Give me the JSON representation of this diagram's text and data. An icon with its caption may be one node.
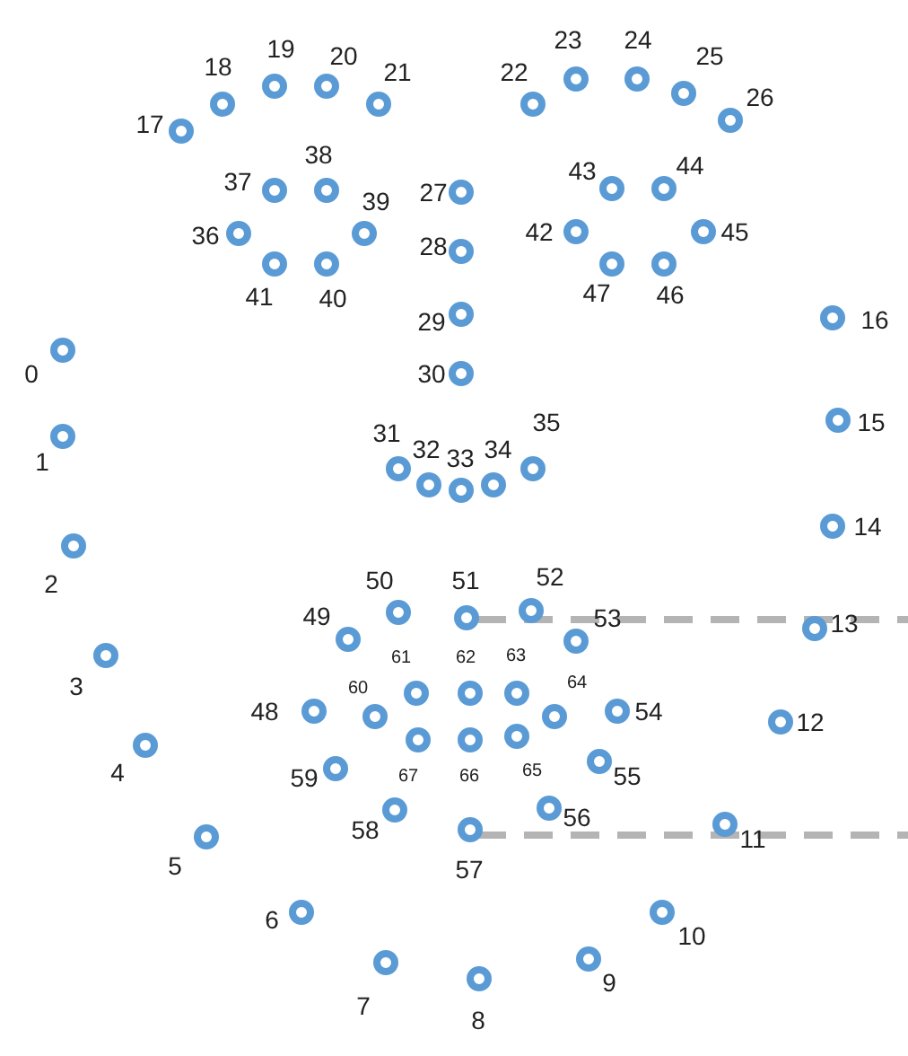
{
  "diagram": {
    "nodes": [
      {
        "text": [],
        "shape": "circle",
        "beside": [
          "0"
        ]
      },
      {
        "text": [],
        "shape": "circle",
        "beside": [
          "1"
        ]
      },
      {
        "text": [],
        "shape": "circle",
        "beside": [
          "2"
        ]
      },
      {
        "text": [],
        "shape": "circle",
        "beside": [
          "3"
        ]
      },
      {
        "text": [],
        "shape": "circle",
        "beside": [
          "4"
        ]
      },
      {
        "text": [],
        "shape": "circle",
        "beside": [
          "5"
        ]
      },
      {
        "text": [],
        "shape": "circle",
        "beside": [
          "6"
        ]
      },
      {
        "text": [],
        "shape": "circle",
        "beside": [
          "7"
        ]
      },
      {
        "text": [],
        "shape": "circle",
        "beside": [
          "8"
        ]
      },
      {
        "text": [],
        "shape": "circle",
        "beside": [
          "9"
        ]
      },
      {
        "text": [],
        "shape": "circle",
        "beside": [
          "10"
        ]
      },
      {
        "text": [],
        "shape": "circle",
        "beside": [
          "11"
        ]
      },
      {
        "text": [],
        "shape": "circle",
        "beside": [
          "12"
        ]
      },
      {
        "text": [],
        "shape": "circle",
        "beside": [
          "13"
        ]
      },
      {
        "text": [],
        "shape": "circle",
        "beside": [
          "14"
        ]
      },
      {
        "text": [],
        "shape": "circle",
        "beside": [
          "15"
        ]
      },
      {
        "text": [],
        "shape": "circle",
        "beside": [
          "16"
        ]
      },
      {
        "text": [],
        "shape": "circle",
        "beside": [
          "17"
        ]
      },
      {
        "text": [],
        "shape": "circle",
        "beside": [
          "18"
        ]
      },
      {
        "text": [],
        "shape": "circle",
        "beside": [
          "19"
        ]
      },
      {
        "text": [],
        "shape": "circle",
        "beside": [
          "20"
        ]
      },
      {
        "text": [],
        "shape": "circle",
        "beside": [
          "21"
        ]
      },
      {
        "text": [],
        "shape": "circle",
        "beside": [
          "22"
        ]
      },
      {
        "text": [],
        "shape": "circle",
        "beside": [
          "23"
        ]
      },
      {
        "text": [],
        "shape": "circle",
        "beside": [
          "24"
        ]
      },
      {
        "text": [],
        "shape": "circle",
        "beside": [
          "25"
        ]
      },
      {
        "text": [],
        "shape": "circle",
        "beside": [
          "26"
        ]
      },
      {
        "text": [],
        "shape": "circle",
        "beside": [
          "27"
        ]
      },
      {
        "text": [],
        "shape": "circle",
        "beside": [
          "28"
        ]
      },
      {
        "text": [],
        "shape": "circle",
        "beside": [
          "29"
        ]
      },
      {
        "text": [],
        "shape": "circle",
        "beside": [
          "30"
        ]
      },
      {
        "text": [],
        "shape": "circle",
        "beside": [
          "31"
        ]
      },
      {
        "text": [],
        "shape": "circle",
        "beside": [
          "32"
        ]
      },
      {
        "text": [],
        "shape": "circle",
        "beside": [
          "33"
        ]
      },
      {
        "text": [],
        "shape": "circle",
        "beside": [
          "34"
        ]
      },
      {
        "text": [],
        "shape": "circle",
        "beside": [
          "35"
        ]
      },
      {
        "text": [],
        "shape": "circle",
        "beside": [
          "36"
        ]
      },
      {
        "text": [],
        "shape": "circle",
        "beside": [
          "37"
        ]
      },
      {
        "text": [],
        "shape": "circle",
        "beside": [
          "38"
        ]
      },
      {
        "text": [],
        "shape": "circle",
        "beside": [
          "39"
        ]
      },
      {
        "text": [],
        "shape": "circle",
        "beside": [
          "40"
        ]
      },
      {
        "text": [],
        "shape": "circle",
        "beside": [
          "41"
        ]
      },
      {
        "text": [],
        "shape": "circle",
        "beside": [
          "42"
        ]
      },
      {
        "text": [],
        "shape": "circle",
        "beside": [
          "43"
        ]
      },
      {
        "text": [],
        "shape": "circle",
        "beside": [
          "44"
        ]
      },
      {
        "text": [],
        "shape": "circle",
        "beside": [
          "45"
        ]
      },
      {
        "text": [],
        "shape": "circle",
        "beside": [
          "46"
        ]
      },
      {
        "text": [],
        "shape": "circle",
        "beside": [
          "47"
        ]
      },
      {
        "text": [],
        "shape": "circle",
        "beside": [
          "48"
        ]
      },
      {
        "text": [],
        "shape": "circle",
        "beside": [
          "49"
        ]
      },
      {
        "text": [],
        "shape": "circle",
        "beside": [
          "50"
        ]
      },
      {
        "text": [],
        "shape": "circle",
        "beside": [
          "51"
        ]
      },
      {
        "text": [],
        "shape": "circle",
        "beside": [
          "52"
        ]
      },
      {
        "text": [],
        "shape": "circle",
        "beside": [
          "53"
        ]
      },
      {
        "text": [],
        "shape": "circle",
        "beside": [
          "54"
        ]
      },
      {
        "text": [],
        "shape": "circle",
        "beside": [
          "55"
        ]
      },
      {
        "text": [],
        "shape": "circle",
        "beside": [
          "56"
        ]
      },
      {
        "text": [],
        "shape": "circle",
        "beside": [
          "57"
        ]
      },
      {
        "text": [],
        "shape": "circle",
        "beside": [
          "58"
        ]
      },
      {
        "text": [],
        "shape": "circle",
        "beside": [
          "59"
        ]
      },
      {
        "text": [],
        "shape": "circle",
        "beside": [
          "60"
        ]
      },
      {
        "text": [],
        "shape": "circle",
        "beside": [
          "61"
        ]
      },
      {
        "text": [],
        "shape": "circle",
        "beside": [
          "62"
        ]
      },
      {
        "text": [],
        "shape": "circle",
        "beside": [
          "63"
        ]
      },
      {
        "text": [],
        "shape": "circle",
        "beside": [
          "64"
        ]
      },
      {
        "text": [],
        "shape": "circle",
        "beside": [
          "65"
        ]
      },
      {
        "text": [],
        "shape": "circle",
        "beside": [
          "66"
        ]
      },
      {
        "text": [],
        "shape": "circle",
        "beside": [
          "67"
        ]
      }
    ]
  }
}
